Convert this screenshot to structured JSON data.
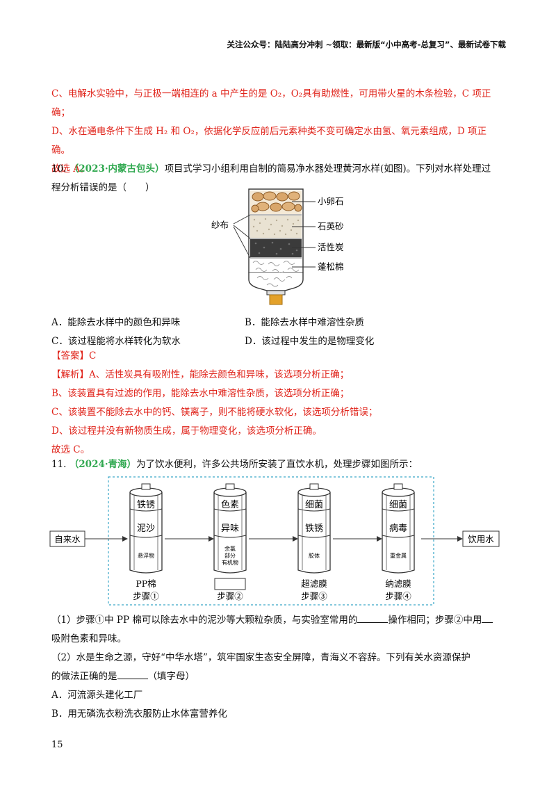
{
  "header": {
    "text": "关注公众号：陆陆高分冲刺 ~领取：最新版“小中高考-总复习”、最新试卷下载"
  },
  "prev": {
    "c_line1": "C、电解水实验中，与正极一端相连的 a 中产生的是 O₂，O₂具有助燃性，可用带火星的木条检验，C 项正",
    "c_line2": "确；",
    "d_line1": "D、水在通电条件下生成 H₂ 和 O₂，依据化学反应前后元素种类不变可确定水由氢、氧元素组成，D 项正",
    "d_line2": "确。",
    "conclusion": "故选 A。"
  },
  "q10": {
    "number": "10.",
    "source": "（2023·内蒙古包头）",
    "stem1": "项目式学习小组利用自制的简易净水器处理黄河水样(如图)。下列对水样处理过",
    "stem2": "程分析错误的是（　　）",
    "figure": {
      "left_label": "纱布",
      "layers": [
        "小卵石",
        "石英砂",
        "活性炭",
        "蓬松棉"
      ]
    },
    "options": {
      "A": "A．能除去水样中的颜色和异味",
      "B": "B．能除去水样中难溶性杂质",
      "C": "C．该过程能将水样转化为软水",
      "D": "D．该过程中发生的是物理变化"
    },
    "answer": "【答案】C",
    "analysis_tag": "【解析】",
    "analysis_a": "A、活性炭具有吸附性，能除去颜色和异味，该选项分析正确；",
    "analysis_b": "B、该装置具有过滤的作用，能除去水中难溶性杂质，该选项分析正确；",
    "analysis_c": "C、该装置不能除去水中的钙、镁离子，则不能将硬水软化，该选项分析错误；",
    "analysis_d": "D、该过程并没有新物质生成，属于物理变化，该选项分析正确。",
    "conclusion": "故选 C。"
  },
  "q11": {
    "number": "11.",
    "source": "（2024·青海）",
    "stem": "为了饮水便利，许多公共场所安装了直饮水机，处理步骤如图所示：",
    "flow": {
      "input": "自来水",
      "output": "饮用水",
      "steps": [
        {
          "top": "铁锈",
          "mid": "泥沙",
          "bottom": "悬浮物",
          "name": "PP棉",
          "step": "步骤①"
        },
        {
          "top": "色素",
          "mid": "异味",
          "bottom": "余氯\n部分\n有机物",
          "name": "",
          "step": "步骤②"
        },
        {
          "top": "细菌",
          "mid": "铁锈",
          "bottom": "胶体",
          "name": "超滤膜",
          "step": "步骤③"
        },
        {
          "top": "细菌",
          "mid": "病毒",
          "bottom": "重金属",
          "name": "纳滤膜",
          "step": "步骤④"
        }
      ]
    },
    "sub1_a": "（1）步骤①中 PP 棉可以除去水中的泥沙等大颗粒杂质，与实验室常用的",
    "sub1_b": "操作相同；步骤②中用",
    "sub1_c": "吸附色素和异味。",
    "sub2_a": "（2）水是生命之源，守好“中华水塔”，筑牢国家生态安全屏障，青海义不容辞。下列有关水资源保护",
    "sub2_b": "的做法正确的是",
    "sub2_c": "（填字母）",
    "opt_a": "A．河流源头建化工厂",
    "opt_b": "B．用无磷洗衣粉洗衣服防止水体富营养化"
  },
  "page_number": "15"
}
